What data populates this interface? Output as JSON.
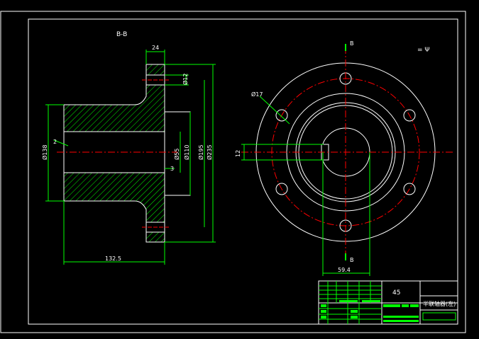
{
  "section_label": "B-B",
  "symbol_label": "= Ψ",
  "dims": {
    "top_width": "24",
    "bolt_dia": "Ø12",
    "hole_dia": "Ø17",
    "bore55": "Ø55",
    "bore110": "Ø110",
    "d195": "Ø195",
    "d235": "Ø235",
    "d138": "Ø138",
    "len": "132.5",
    "dim2": "2",
    "dim3": "3",
    "key_width": "12",
    "key_depth": "59.4",
    "section_mark_top": "B",
    "section_mark_bottom": "B"
  },
  "title_block": {
    "material": "45",
    "part_name": "半联轴器(左)"
  },
  "colors": {
    "outline": "#ffffff",
    "dim": "#00ff00",
    "center": "#ff0000"
  }
}
